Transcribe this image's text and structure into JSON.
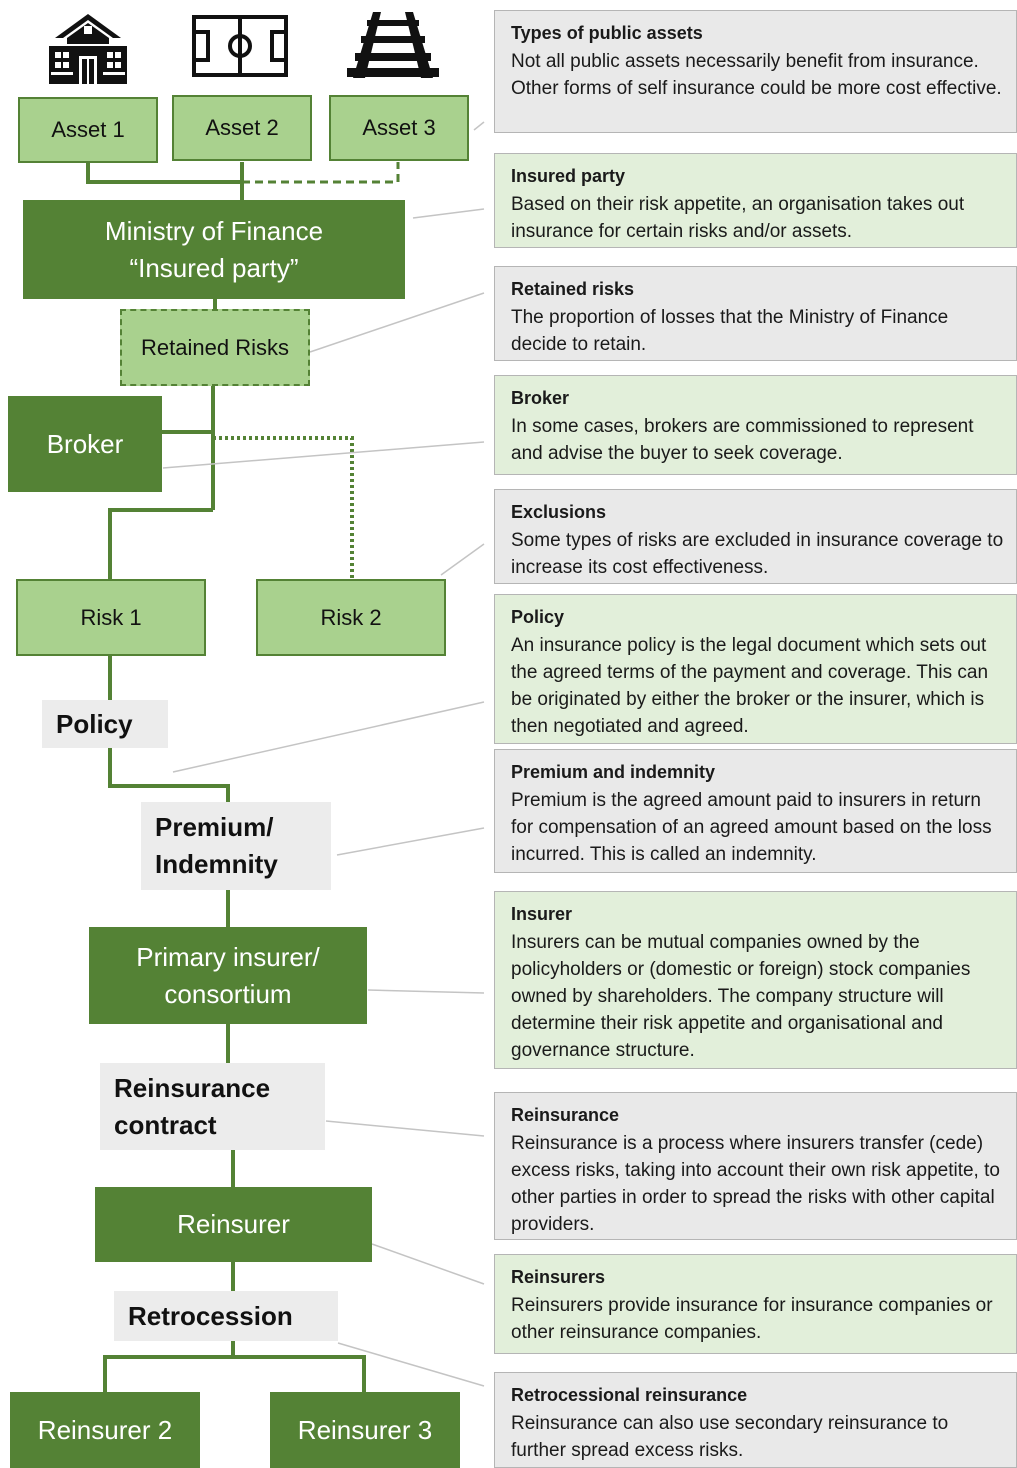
{
  "flow": {
    "asset1": "Asset 1",
    "asset2": "Asset 2",
    "asset3": "Asset 3",
    "ministry_line1": "Ministry of Finance",
    "ministry_line2": "“Insured party”",
    "retained": "Retained Risks",
    "broker": "Broker",
    "risk1": "Risk 1",
    "risk2": "Risk 2",
    "policy": "Policy",
    "premium_line1": "Premium/",
    "premium_line2": "Indemnity",
    "insurer_line1": "Primary insurer/",
    "insurer_line2": "consortium",
    "reins_contract_line1": "Reinsurance",
    "reins_contract_line2": "contract",
    "reinsurer": "Reinsurer",
    "retrocession": "Retrocession",
    "reinsurer2": "Reinsurer 2",
    "reinsurer3": "Reinsurer 3"
  },
  "icons": [
    "school-building-icon",
    "football-pitch-icon",
    "railway-track-icon"
  ],
  "descriptions": [
    {
      "title": "Types of public assets",
      "body": "Not all public assets necessarily benefit from insurance. Other forms of self insurance could be more cost effective."
    },
    {
      "title": "Insured party",
      "body": "Based on their risk appetite, an organisation takes out insurance for certain risks and/or assets."
    },
    {
      "title": "Retained risks",
      "body": "The proportion of losses that the Ministry of Finance decide to retain."
    },
    {
      "title": "Broker",
      "body": "In some cases, brokers are commissioned to represent and advise the buyer to seek coverage."
    },
    {
      "title": "Exclusions",
      "body": "Some types of risks are excluded in insurance coverage to increase its cost effectiveness."
    },
    {
      "title": "Policy",
      "body": "An insurance policy is the legal document which sets out the agreed terms of the payment and coverage. This can be originated by either the broker or the insurer, which is then negotiated and agreed."
    },
    {
      "title": "Premium and indemnity",
      "body": "Premium is the agreed amount paid to insurers in return for compensation of an agreed amount based on the loss incurred. This is called an indemnity."
    },
    {
      "title": "Insurer",
      "body": "Insurers can be mutual companies owned by the policyholders or (domestic or foreign) stock companies owned by shareholders. The company structure will determine their risk appetite and organisational and governance structure."
    },
    {
      "title": "Reinsurance",
      "body": "Reinsurance is a process where insurers transfer (cede) excess risks, taking into account their own risk appetite, to other parties in order to spread the risks with other capital providers."
    },
    {
      "title": "Reinsurers",
      "body": "Reinsurers provide insurance for insurance companies or other reinsurance companies."
    },
    {
      "title": "Retrocessional reinsurance",
      "body": "Reinsurance can also use secondary reinsurance to further spread excess risks."
    }
  ],
  "colors": {
    "dark_green": "#548235",
    "light_green": "#a9d18e",
    "pale_green": "#e2efda",
    "grey": "#e9e9e9"
  }
}
